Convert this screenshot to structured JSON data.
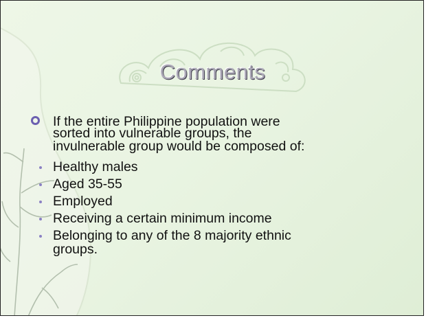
{
  "slide": {
    "title": "Comments",
    "intro_lines": [
      "If the entire Philippine population were",
      "sorted into vulnerable groups, the",
      "invulnerable group would be composed of:"
    ],
    "bullets": [
      [
        "Healthy males"
      ],
      [
        "Aged 35-55"
      ],
      [
        "Employed"
      ],
      [
        "Receiving a certain minimum income"
      ],
      [
        "Belonging to any of the 8 majority ethnic",
        "groups."
      ]
    ]
  },
  "colors": {
    "background": "#e9f4e2",
    "title": "#a9a6b4",
    "text": "#111111",
    "bullet": "#6b5fb0"
  }
}
